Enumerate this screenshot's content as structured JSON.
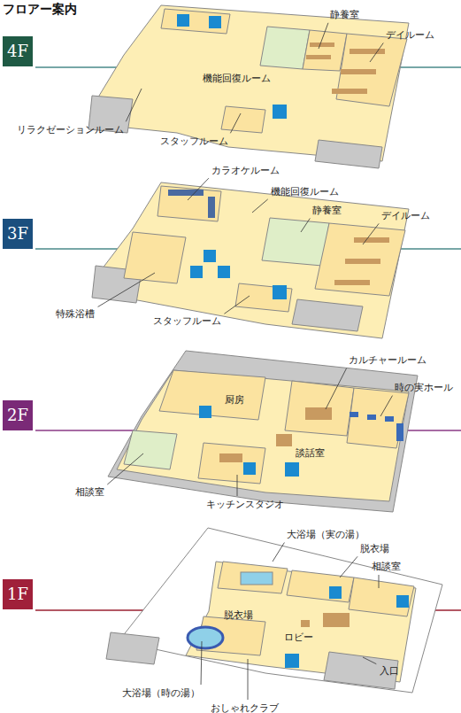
{
  "diagram": {
    "title": "フロアー案内",
    "nodes": [
      {
        "text": [
          "4F"
        ]
      },
      {
        "text": [
          "3F"
        ]
      },
      {
        "text": [
          "2F"
        ]
      },
      {
        "text": [
          "1F"
        ]
      }
    ],
    "labels": [
      "静養室",
      "デイルーム",
      "機能回復ルーム",
      "リラクゼーションルーム",
      "スタッフルーム",
      "カラオケルーム",
      "機能回復ルーム",
      "静養室",
      "デイルーム",
      "特殊浴槽",
      "スタッフルーム",
      "カルチャールーム",
      "時の実ホール",
      "厨房",
      "談話室",
      "相談室",
      "キッチンスタジオ",
      "大浴場（実の湯）",
      "脱衣場",
      "相談室",
      "脱衣場",
      "ロビー",
      "入口",
      "大浴場（時の湯）",
      "おしゃれクラブ"
    ]
  }
}
